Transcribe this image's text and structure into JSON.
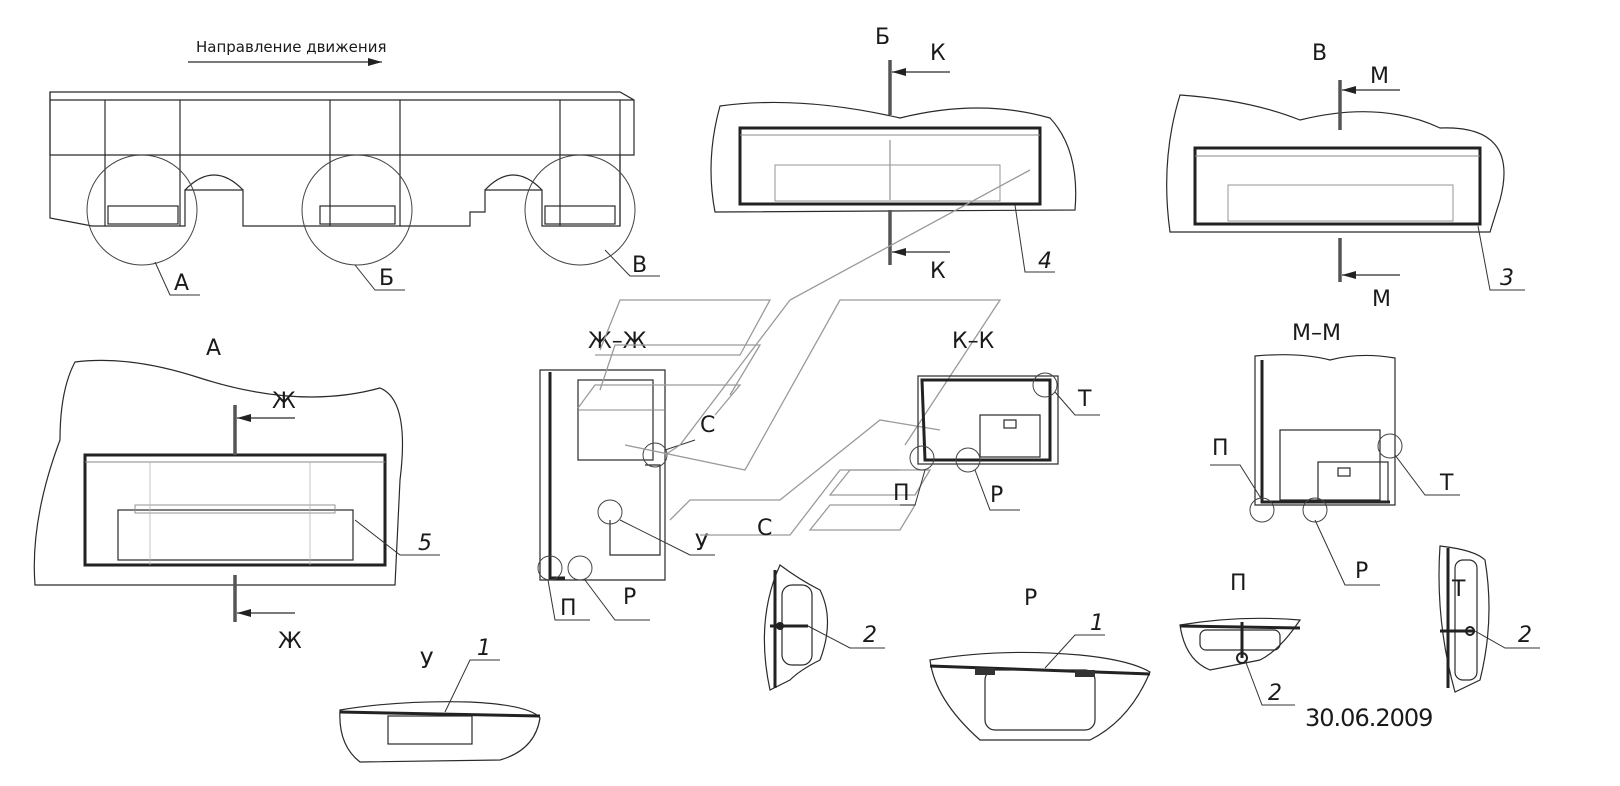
{
  "labels": {
    "direction": "Направление движения",
    "A_callout": "А",
    "B_callout": "Б",
    "V_callout": "В",
    "view_A": "А",
    "view_B": "Б",
    "view_V": "В",
    "section_ZhZh": "Ж–Ж",
    "section_KK": "К–К",
    "section_MM": "М–М",
    "zh_top": "Ж",
    "zh_bottom": "Ж",
    "k_top": "К",
    "k_bottom": "К",
    "m_top": "М",
    "m_bottom": "М",
    "part_1a": "1",
    "part_1b": "1",
    "part_2a": "2",
    "part_2b": "2",
    "part_2c": "2",
    "part_3": "3",
    "part_4": "4",
    "part_5": "5",
    "detail_S1": "С",
    "detail_S2": "С",
    "detail_U": "У",
    "detail_P1": "П",
    "detail_R1": "Р",
    "detail_T1": "Т",
    "detail_P2": "П",
    "detail_R2": "Р",
    "detail_T2": "Т",
    "detail_P3": "П",
    "detail_R3": "Р",
    "view_U": "У",
    "view_R": "Р",
    "view_P": "П",
    "view_T": "Т",
    "date": "30.06.2009"
  }
}
